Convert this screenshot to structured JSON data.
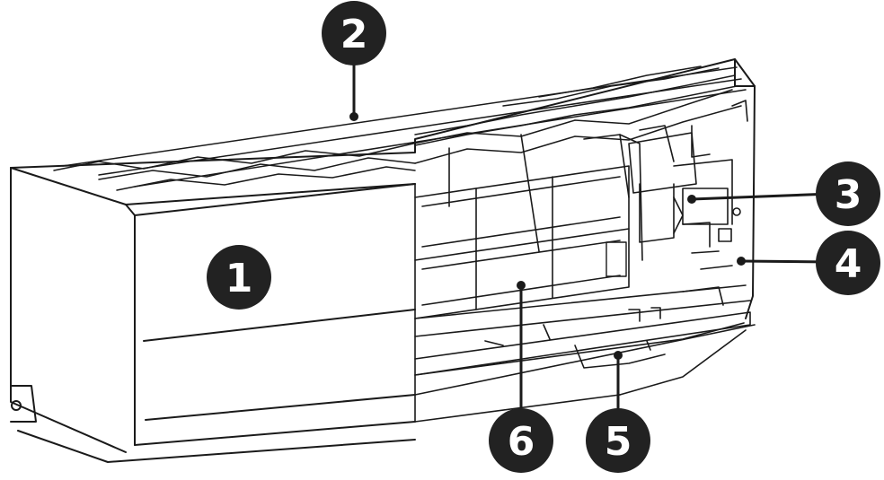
{
  "figure": {
    "callouts": [
      {
        "id": "front-panel",
        "number": "1"
      },
      {
        "id": "air-intake",
        "number": "2"
      },
      {
        "id": "control-box",
        "number": "3"
      },
      {
        "id": "sensor",
        "number": "4"
      },
      {
        "id": "air-outlet",
        "number": "5"
      },
      {
        "id": "air-filter",
        "number": "6"
      }
    ],
    "colors": {
      "line": "#1a1a1a",
      "badge_fill": "#222222",
      "badge_text": "#ffffff",
      "background": "#ffffff"
    }
  }
}
